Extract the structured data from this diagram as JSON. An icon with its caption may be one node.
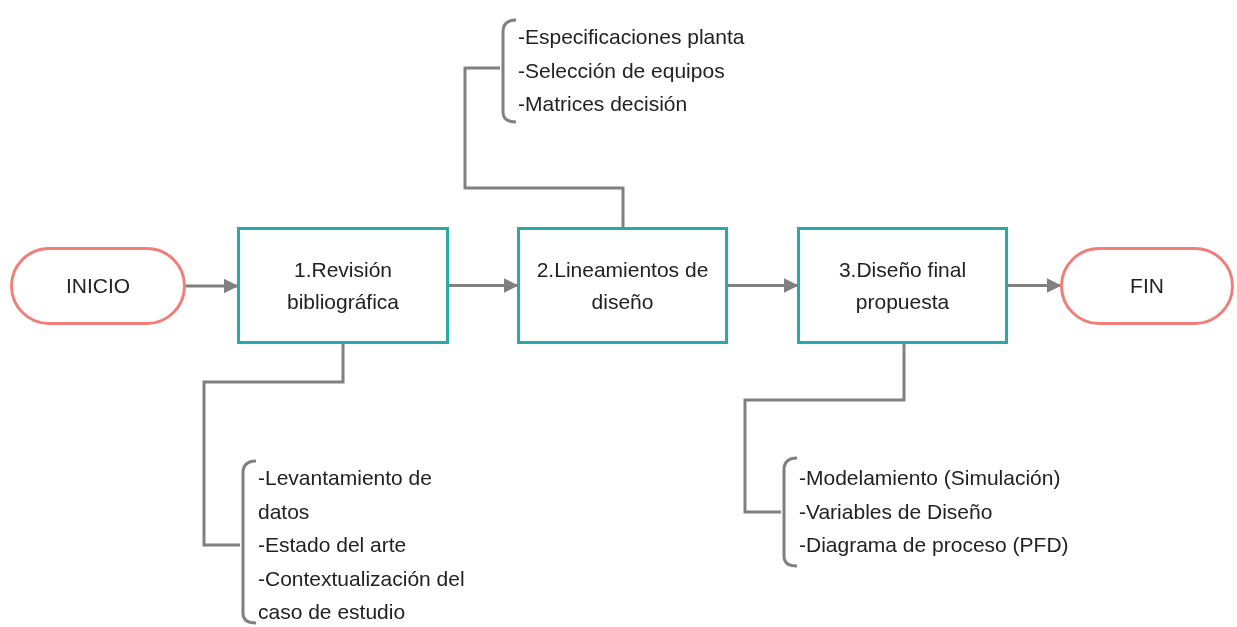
{
  "diagram": {
    "nodes": [
      {
        "text": [
          "INICIO"
        ]
      },
      {
        "text": [
          "1.Revisión bibliográfica"
        ]
      },
      {
        "text": [
          "2.Lineamientos de diseño"
        ]
      },
      {
        "text": [
          "3.Diseño final propuesta"
        ]
      },
      {
        "text": [
          "FIN"
        ]
      },
      {
        "text": [
          "-Especificaciones planta",
          "-Selección de equipos",
          "-Matrices decisión"
        ]
      },
      {
        "text": [
          "-Levantamiento de datos",
          "-Estado del arte",
          "-Contextualización del caso de estudio"
        ]
      },
      {
        "text": [
          "-Modelamiento (Simulación)",
          "-Variables de Diseño",
          "-Diagrama de proceso (PFD)"
        ]
      }
    ],
    "edges": [
      {
        "from": 0,
        "to": 1,
        "arrow": "to"
      },
      {
        "from": 1,
        "to": 2,
        "arrow": "to"
      },
      {
        "from": 2,
        "to": 3,
        "arrow": "to"
      },
      {
        "from": 3,
        "to": 4,
        "arrow": "to"
      },
      {
        "from": 2,
        "to": 5,
        "arrow": "none"
      },
      {
        "from": 1,
        "to": 6,
        "arrow": "none"
      },
      {
        "from": 3,
        "to": 7,
        "arrow": "none"
      }
    ]
  }
}
